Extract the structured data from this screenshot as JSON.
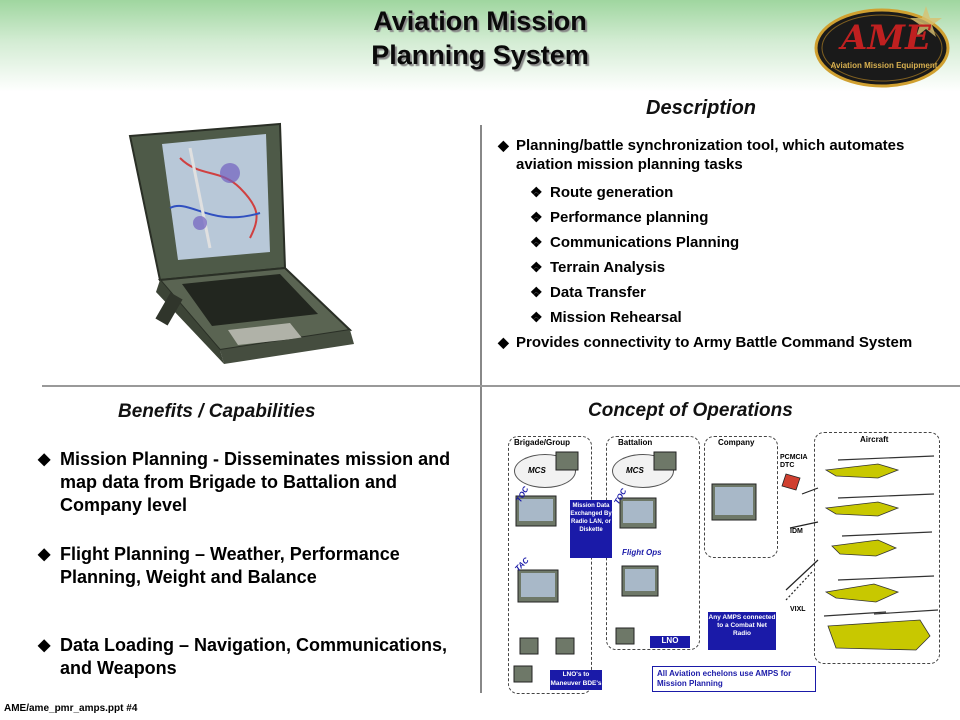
{
  "header": {
    "title_line1": "Aviation Mission",
    "title_line2": "Planning System",
    "logo_text": "AME",
    "logo_subtext": "Aviation Mission Equipment"
  },
  "description": {
    "heading": "Description",
    "bullets": [
      "Planning/battle synchronization tool,  which automates aviation mission planning tasks",
      "Provides connectivity to Army Battle Command System"
    ],
    "sub_bullets": [
      "Route generation",
      "Performance planning",
      "Communications Planning",
      "Terrain Analysis",
      "Data Transfer",
      "Mission Rehearsal"
    ]
  },
  "benefits": {
    "heading": "Benefits / Capabilities",
    "items": [
      "Mission Planning - Disseminates mission and map data from Brigade to Battalion and Company level",
      "Flight Planning – Weather, Performance Planning, Weight and Balance",
      "Data Loading – Navigation, Communications, and Weapons"
    ]
  },
  "concept": {
    "heading": "Concept of Operations",
    "brigade": "Brigade/Group",
    "battalion": "Battalion",
    "company": "Company",
    "aircraft": "Aircraft",
    "mcs": "MCS",
    "toc": "TOC",
    "tac": "TAC",
    "flight_ops": "Flight Ops",
    "lno": "LNO",
    "lnos": "LNO's to Maneuver BDE's",
    "mission_data": "Mission Data Exchanged By Radio LAN, or Diskette",
    "pcmcia": "PCMCIA DTC",
    "idm": "IDM",
    "vixl": "VIXL",
    "amps_connected": "Any AMPS connected to a Combat Net Radio",
    "all_echelons": "All Aviation echelons use AMPS for Mission Planning"
  },
  "footer": {
    "text": "AME/ame_pmr_amps.ppt #4"
  },
  "colors": {
    "header_green": "#9fd69f",
    "helicopter": "#c8c800",
    "callout_blue": "#1a1aa8"
  }
}
